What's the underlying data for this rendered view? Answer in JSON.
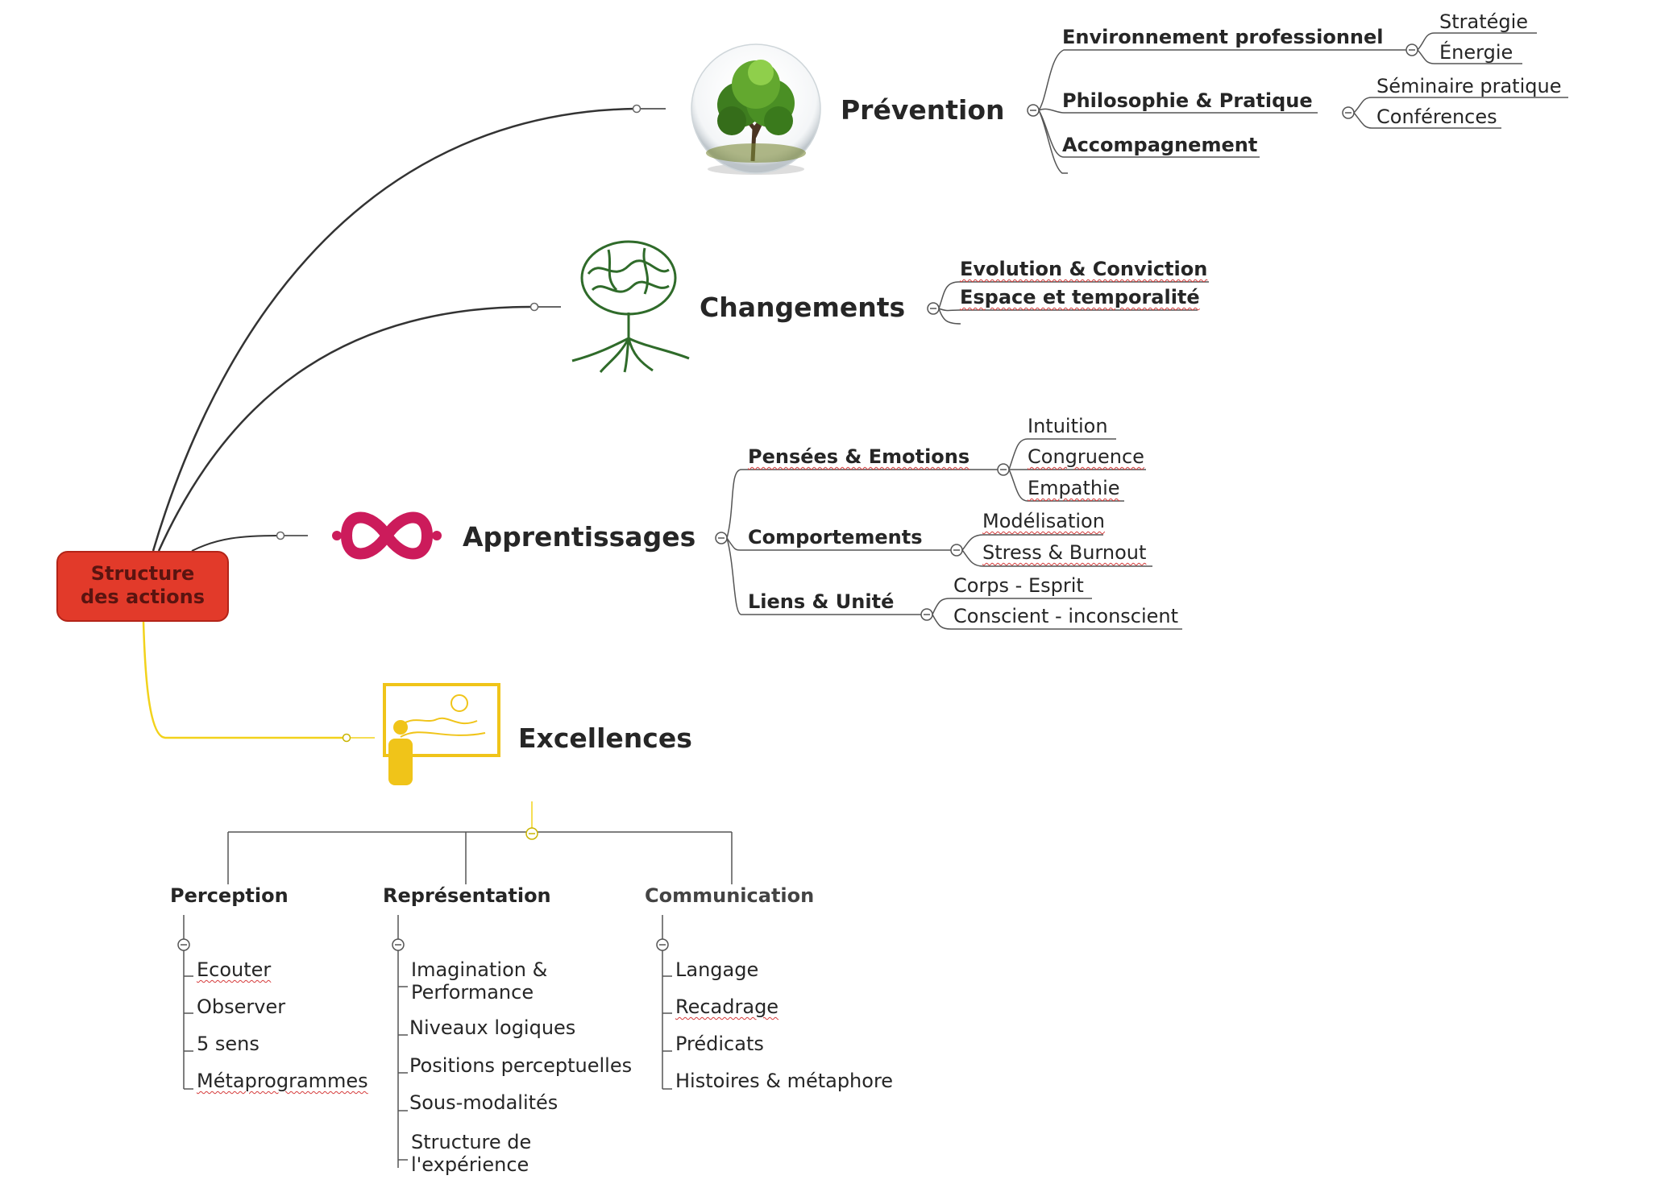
{
  "colors": {
    "root_fill": "#e23a2a",
    "root_text": "#5a1410",
    "branch_line": "#333333",
    "excellence_line": "#f2d21b",
    "leaf_line": "#555555",
    "spellcheck_underline": "#d63b3b"
  },
  "root": {
    "label": "Structure\ndes actions"
  },
  "branches": {
    "prevention": {
      "label": "Prévention",
      "icon": "tree-globe-icon",
      "children": {
        "env": {
          "label": "Environnement professionnel",
          "children": [
            "Stratégie",
            "Énergie"
          ]
        },
        "philo": {
          "label": "Philosophie &  Pratique",
          "children": [
            "Séminaire pratique",
            "Conférences"
          ]
        },
        "accomp": {
          "label": "Accompagnement"
        }
      }
    },
    "changements": {
      "label": "Changements",
      "icon": "brain-tree-icon",
      "children": [
        "Evolution & Conviction",
        "Espace et temporalité"
      ]
    },
    "apprentissages": {
      "label": "Apprentissages",
      "icon": "infinity-icon",
      "children": {
        "pensees": {
          "label": "Pensées & Emotions",
          "children": [
            "Intuition",
            "Congruence",
            "Empathie"
          ]
        },
        "comport": {
          "label": "Comportements",
          "children": [
            "Modélisation",
            "Stress & Burnout"
          ]
        },
        "liens": {
          "label": "Liens & Unité",
          "children": [
            "Corps - Esprit",
            "Conscient - inconscient"
          ]
        }
      }
    },
    "excellences": {
      "label": "Excellences",
      "icon": "presenter-whiteboard-icon",
      "children": {
        "perception": {
          "label": "Perception",
          "children": [
            "Ecouter",
            "Observer",
            "5 sens",
            "Métaprogrammes"
          ]
        },
        "representation": {
          "label": "Représentation",
          "children": [
            "Imagination &\n Performance",
            "Niveaux logiques",
            "Positions perceptuelles",
            "Sous-modalités",
            "Structure de\n l'expérience"
          ]
        },
        "communication": {
          "label": "Communication",
          "children": [
            "Langage",
            "Recadrage",
            "Prédicats",
            "Histoires & métaphore"
          ]
        }
      }
    }
  }
}
